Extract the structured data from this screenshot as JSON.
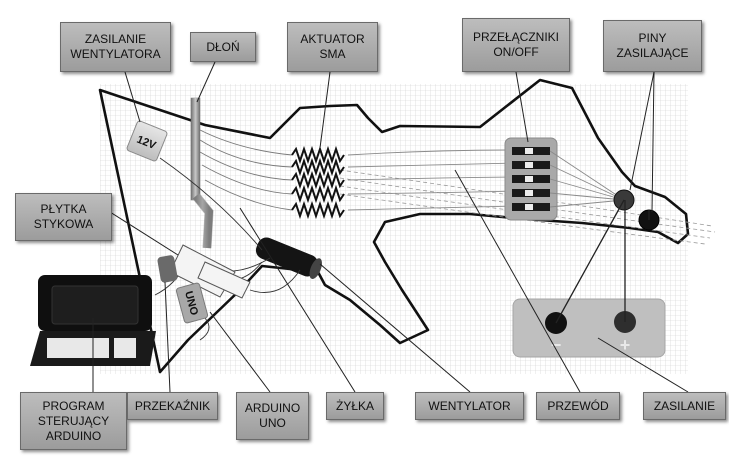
{
  "labels": {
    "fan_power": "ZASILANIE\nWENTYLATORA",
    "hand": "DŁOŃ",
    "sma": "AKTUATOR\nSMA",
    "switches": "PRZEŁĄCZNIKI\nON/OFF",
    "power_pins": "PINY\nZASILAJĄCE",
    "breadboard": "PŁYTKA\nSTYKOWA",
    "program": "PROGRAM\nSTERUJĄCY\nARDUINO",
    "relay": "PRZEKAŹNIK",
    "arduino": "ARDUINO\nUNO",
    "fishing_line": "ŻYŁKA",
    "fan": "WENTYLATOR",
    "wire": "PRZEWÓD",
    "power_supply": "ZASILANIE"
  },
  "components": {
    "battery_text": "12V",
    "arduino_text": "UNO",
    "minus": "−",
    "plus": "+"
  }
}
